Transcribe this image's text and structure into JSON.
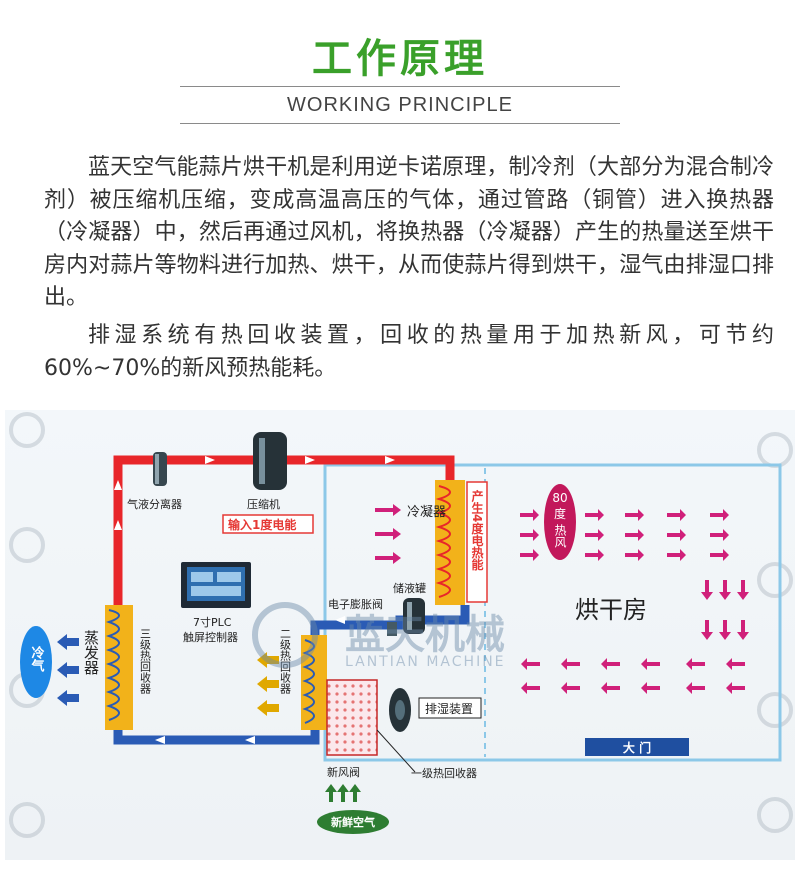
{
  "header": {
    "title": "工作原理",
    "subtitle": "WORKING PRINCIPLE"
  },
  "paragraphs": [
    "蓝天空气能蒜片烘干机是利用逆卡诺原理，制冷剂（大部分为混合制冷剂）被压缩机压缩，变成高温高压的气体，通过管路（铜管）进入换热器（冷凝器）中，然后再通过风机，将换热器（冷凝器）产生的热量送至烘干房内对蒜片等物料进行加热、烘干，从而使蒜片得到烘干，湿气由排湿口排出。",
    "排湿系统有热回收装置，回收的热量用于加热新风，可节约60%~70%的新风预热能耗。"
  ],
  "diagram": {
    "labels": {
      "gas_liquid_separator": "气液分离器",
      "compressor": "压缩机",
      "power_input": "输入1度电能",
      "condenser": "冷凝器",
      "heat_output": "产生4度电热能",
      "temp_80": "80",
      "temp_degree": "度",
      "hot_air": "热风",
      "drying_room": "烘干房",
      "liquid_receiver": "储液罐",
      "expansion_valve": "电子膨胀阀",
      "plc_line1": "7寸PLC",
      "plc_line2": "触屏控制器",
      "evaporator": "蒸发器",
      "cold_air": "冷气",
      "tertiary_recovery": "三级热回收器",
      "secondary_recovery": "二级热回收器",
      "dehumidifier": "排湿装置",
      "main_door": "大  门",
      "fresh_air_valve": "新风阀",
      "primary_recovery": "一级热回收器",
      "fresh_air": "新鲜空气",
      "watermark_cn": "蓝天机械",
      "watermark_en": "LANTIAN MACHINE"
    },
    "colors": {
      "hot_pipe": "#e8262a",
      "cold_pipe": "#2a5bb5",
      "coil": "#f2b21a",
      "room_border": "#8cc8e8",
      "arrow_pink": "#d0207a",
      "badge_bg": "#c2185b",
      "power_red": "#e53935",
      "door_blue": "#1f4fa0",
      "fresh_green": "#2e7d32"
    }
  }
}
